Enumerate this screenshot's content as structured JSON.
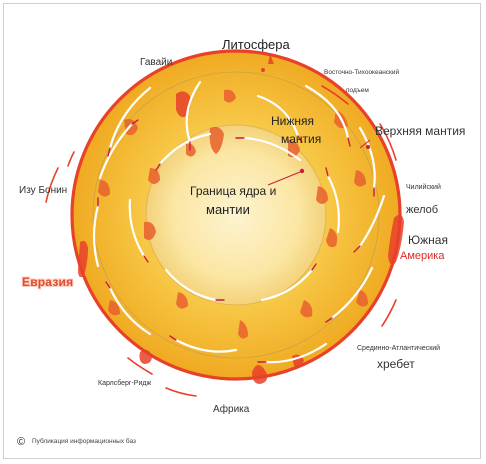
{
  "labels": {
    "lithosphere": "Литосфера",
    "hawaii": "Гавайи",
    "east_pacific_rise_1": "Восточно-Тихоокеанский",
    "east_pacific_rise_2": "подъем",
    "upper_mantle": "Верхняя мантия",
    "lower_mantle_1": "Нижняя",
    "lower_mantle_2": "мантия",
    "core_boundary_1": "Граница ядра и",
    "core_boundary_2": "мантии",
    "izu_bonin": "Изу Бонин",
    "chile_trench_1": "Чилийский",
    "chile_trench_2": "желоб",
    "south_america_1": "Южная",
    "south_america_2": "Америка",
    "eurasia": "Евразия",
    "mid_atlantic_1": "Срединно-Атлантический",
    "mid_atlantic_2": "хребет",
    "carlsberg": "Карлсберг-Ридж",
    "africa": "Африка",
    "copyright_symbol": "©",
    "copyright_text": "Публикация информационных баз"
  },
  "colors": {
    "mantle_outer": "#f5b82e",
    "mantle_inner": "#f7c948",
    "core": "#fbe6a3",
    "plume": "#e8502e",
    "lithosphere": "#e8412a",
    "arrow": "#c81e3c",
    "accent_red": "#e02a2a"
  }
}
